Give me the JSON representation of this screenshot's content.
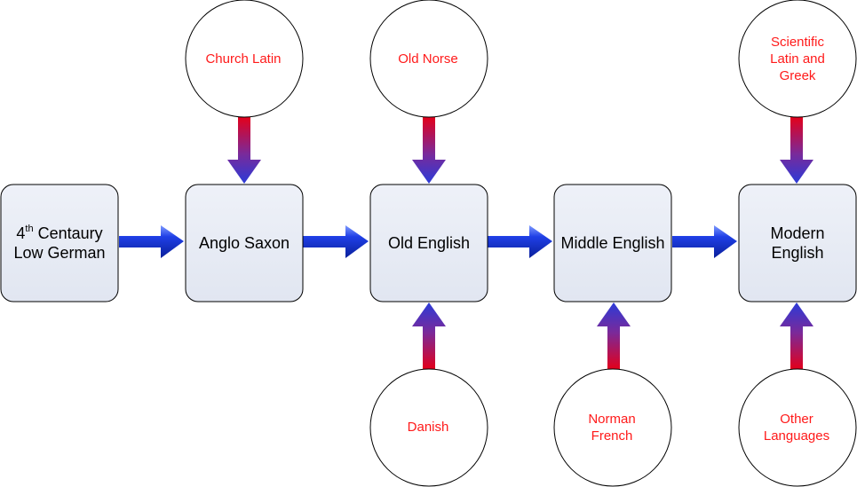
{
  "diagram": {
    "stages": [
      {
        "id": "low-german",
        "lines": [
          "4",
          "Low German"
        ],
        "sup": "th",
        "line1_suffix": " Centaury"
      },
      {
        "id": "anglo-saxon",
        "lines": [
          "Anglo Saxon"
        ]
      },
      {
        "id": "old-english",
        "lines": [
          "Old English"
        ]
      },
      {
        "id": "middle-english",
        "lines": [
          "Middle English"
        ]
      },
      {
        "id": "modern-english",
        "lines": [
          "Modern",
          "English"
        ]
      }
    ],
    "sources": [
      {
        "id": "church-latin",
        "lines": [
          "Church Latin"
        ],
        "target": "anglo-saxon"
      },
      {
        "id": "old-norse",
        "lines": [
          "Old Norse"
        ],
        "target": "old-english"
      },
      {
        "id": "scientific-latin-greek",
        "lines": [
          "Scientific",
          "Latin and",
          "Greek"
        ],
        "target": "modern-english"
      },
      {
        "id": "danish",
        "lines": [
          "Danish"
        ],
        "target": "old-english"
      },
      {
        "id": "norman-french",
        "lines": [
          "Norman",
          "French"
        ],
        "target": "middle-english"
      },
      {
        "id": "other-languages",
        "lines": [
          "Other",
          "Languages"
        ],
        "target": "modern-english"
      }
    ]
  }
}
